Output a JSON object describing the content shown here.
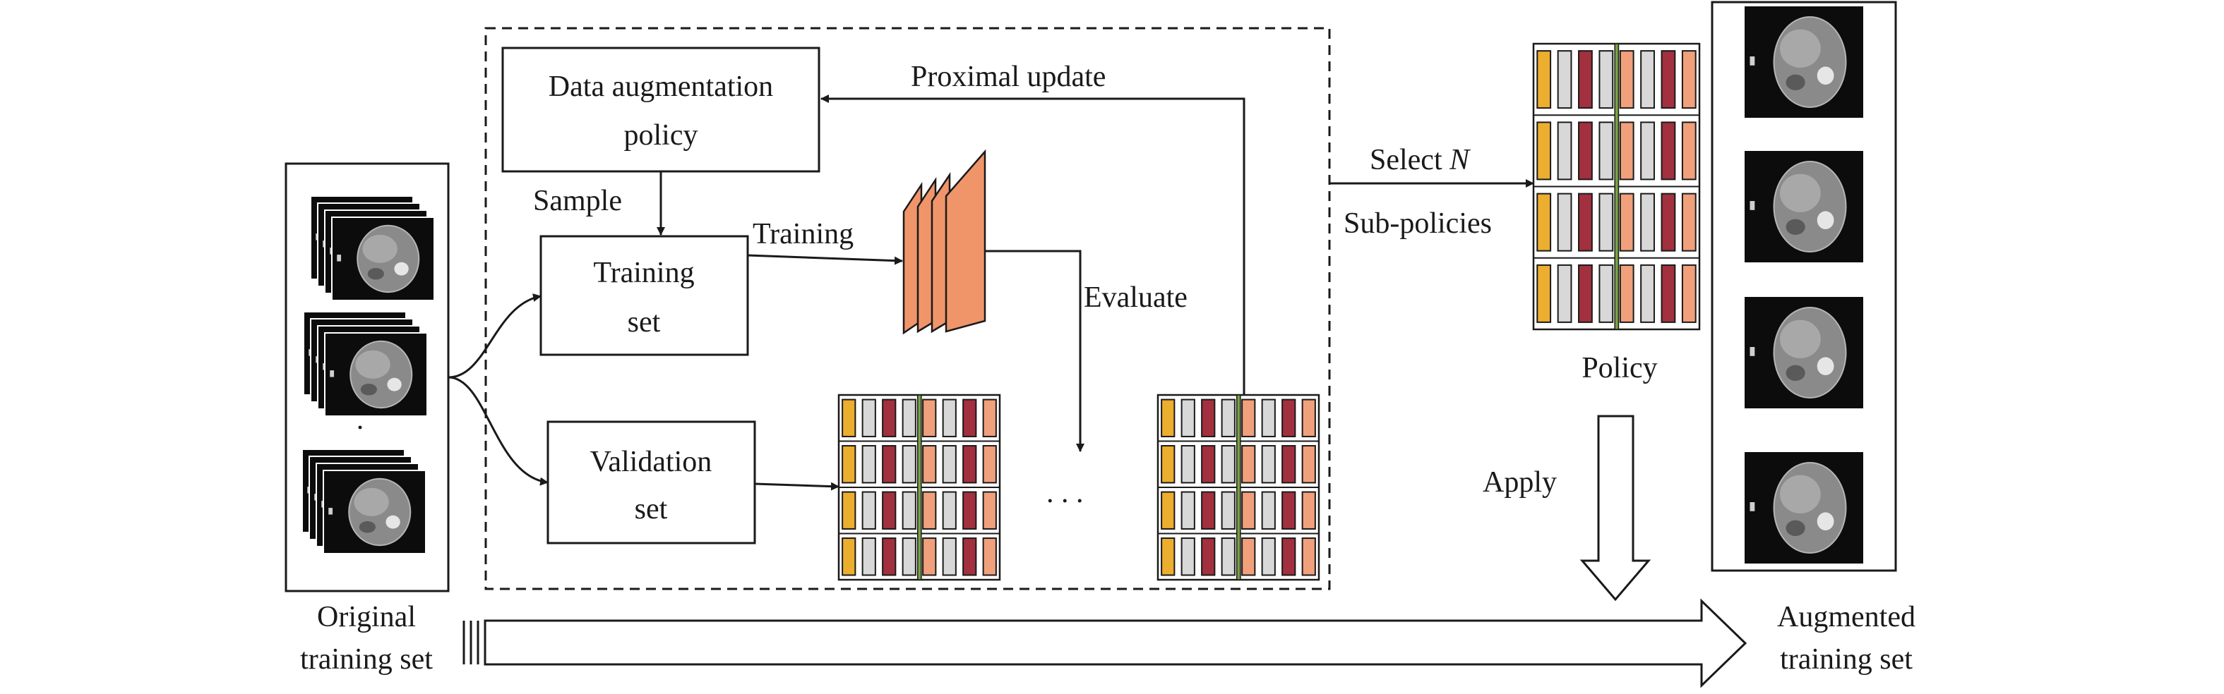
{
  "labels": {
    "proximal_update": "Proximal  update",
    "policy_line1": "Data augmentation",
    "policy_line2": "policy",
    "sample": "Sample",
    "training_arrow": "Training",
    "training_set_line1": "Training",
    "training_set_line2": "set",
    "validation_set_line1": "Validation",
    "validation_set_line2": "set",
    "evaluate": "Evaluate",
    "ellipsis": ". . .",
    "select_prefix": "Select ",
    "select_n": "N",
    "sub_policies": "Sub-policies",
    "policy": "Policy",
    "apply": "Apply",
    "original_line1": "Original",
    "original_line2": "training set",
    "augmented_line1": "Augmented",
    "augmented_line2": "training set",
    "original_dot": "·"
  },
  "colors": {
    "orange": "#ecae2e",
    "lightgray": "#d8d8d8",
    "darkred": "#a2303e",
    "salmon": "#f1a07c",
    "green": "#7aa245",
    "network": "#f0956a",
    "line": "#1a1a1a"
  },
  "policy_grid_column_colors": [
    "orange",
    "lightgray",
    "darkred",
    "lightgray",
    "salmon",
    "lightgray",
    "darkred",
    "salmon"
  ]
}
